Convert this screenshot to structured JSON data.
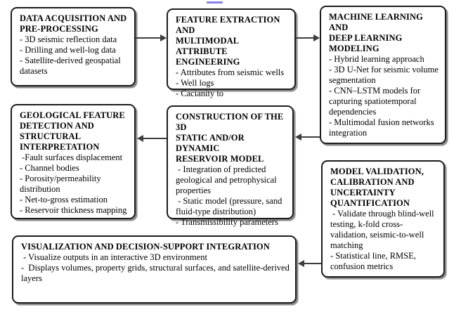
{
  "colors": {
    "background": "#ffffff",
    "box_border": "#1c1c1c",
    "box_fill": "#ffffff",
    "shadow": "#8a8a8a",
    "arrow": "#3d3d3d",
    "artifact_blue": "#8585ea"
  },
  "boxes": [
    {
      "id": "data-acquisition-and-pre-processing",
      "title": "DATA ACQUISITION AND\nPRE-PROCESSING",
      "items": [
        "- 3D seismic reflection data",
        "- Drilling and well-log data",
        "- Satellite-derived geospatial datasets"
      ]
    },
    {
      "id": "feature-extraction-and-multimodal-attribute-engineering",
      "title": "FEATURE EXTRACTION AND\nMULTIMODAL ATTRIBUTE\nENGINEERING",
      "items": [
        "- Attributes from seismic wells",
        "- Well logs",
        "- Cacianity to"
      ]
    },
    {
      "id": "machine-learning-and-deep-learning-modeling",
      "title": "MACHINE LEARNING AND\nDEEP LEARNING MODELING",
      "items": [
        "- Hybrid learning approach",
        "- 3D U-Net for seismic volume segmentation",
        "- CNN–LSTM models for capturing spatiotemporal dependencies",
        "- Multimodal fusion networks integration"
      ]
    },
    {
      "id": "geological-feature-detection-and-structural-interpretation",
      "title": "GEOLOGICAL FEATURE\nDETECTION AND\nSTRUCTURAL\nINTERPRETATION",
      "items": [
        " -Fault surfaces displacement",
        "- Channel bodies",
        "- Porosity/permeability distribution",
        "- Net-to-gross estimation",
        "- Reservoir thickness mapping"
      ]
    },
    {
      "id": "construction-of-the-3d-static-and-or-dynamic-reservoir-model",
      "title": "CONSTRUCTION OF THE 3D\nSTATIC AND/OR DYNAMIC\nRESERVOIR MODEL",
      "items": [
        " - Integration of predicted geological and petrophysical properties",
        " - Static model (pressure, sand fluid-type distribution)",
        "- Transmissibility parameters"
      ]
    },
    {
      "id": "model-validation-calibration-and-uncertainty-quantification",
      "title": "MODEL VALIDATION,\nCALIBRATION AND\nUNCERTAINTY\nQUANTIFICATION",
      "items": [
        " - Validate through blind-well testing, k-fold cross-validation, seismic-to-well matching",
        "- Statistical line, RMSE, confusion metrics"
      ]
    },
    {
      "id": "visualization-and-decision-support-integration",
      "title": "VISUALIZATION AND DECISION-SUPPORT INTEGRATION",
      "items": [
        " - Visualize outputs in an interactive 3D environment",
        "-  Displays volumes, property grids, structural surfaces, and satellite-derived layers"
      ]
    }
  ],
  "arrows": [
    {
      "from": "data-acquisition-and-pre-processing",
      "to": "feature-extraction-and-multimodal-attribute-engineering",
      "direction": "right"
    },
    {
      "from": "feature-extraction-and-multimodal-attribute-engineering",
      "to": "machine-learning-and-deep-learning-modeling",
      "direction": "right"
    },
    {
      "from": "machine-learning-and-deep-learning-modeling",
      "to": "construction-of-the-3d-static-and-or-dynamic-reservoir-model",
      "direction": "left"
    },
    {
      "from": "construction-of-the-3d-static-and-or-dynamic-reservoir-model",
      "to": "geological-feature-detection-and-structural-interpretation",
      "direction": "left"
    },
    {
      "from": "model-validation-calibration-and-uncertainty-quantification",
      "to": "visualization-and-decision-support-integration",
      "direction": "left"
    }
  ]
}
